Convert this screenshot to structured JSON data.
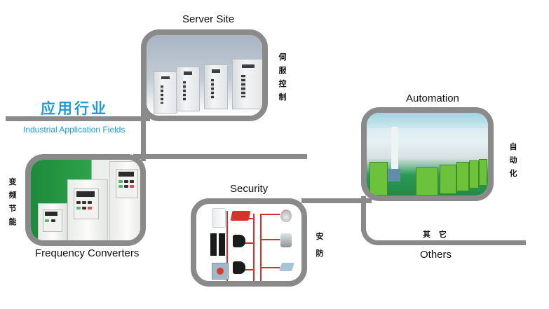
{
  "header": {
    "title_cn": "应用行业",
    "title_en": "Industrial Application Fields"
  },
  "colors": {
    "line_gray": "#8a8a8a",
    "title_blue": "#1e9bd7",
    "wire_red": "#d32f2f"
  },
  "sections": {
    "server": {
      "title": "Server Site",
      "label_cn": [
        "伺",
        "服",
        "控",
        "制"
      ],
      "image": "servo-drives-photo"
    },
    "frequency": {
      "title": "Frequency Converters",
      "label_cn": [
        "变",
        "频",
        "节",
        "能"
      ],
      "image": "frequency-inverters-photo"
    },
    "security": {
      "title": "Security",
      "label_cn": [
        "安",
        "防"
      ],
      "image": "security-devices-diagram",
      "devices_left": [
        "pir-motion-sensor",
        "infrared-beam-detector",
        "emergency-button"
      ],
      "devices_middle": [
        "strobe-siren",
        "alarm-horn",
        "alarm-horn"
      ],
      "devices_right": [
        "speed-dome-camera",
        "cctv-camera",
        "receiver-module"
      ]
    },
    "automation": {
      "title": "Automation",
      "label_cn": [
        "自",
        "动",
        "化"
      ],
      "image": "factory-production-line-photo"
    },
    "others": {
      "title": "Others",
      "label_cn": "其 它"
    }
  }
}
